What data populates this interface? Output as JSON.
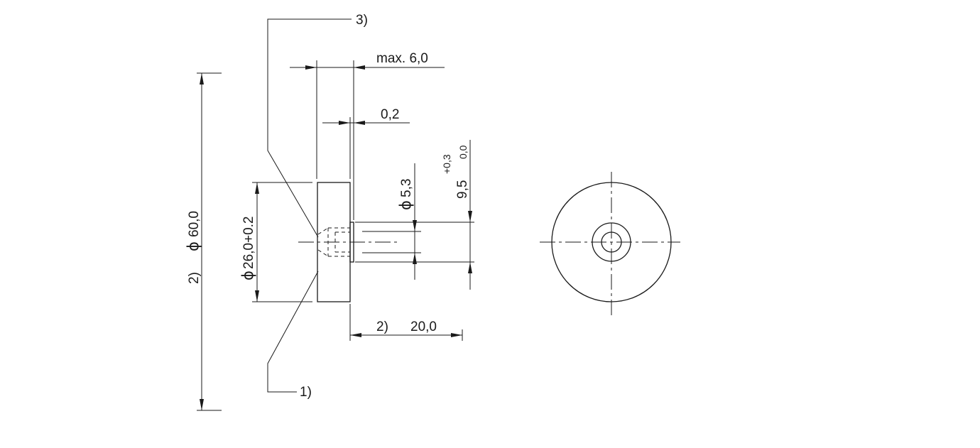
{
  "labels": {
    "note3": "3)",
    "note1": "1)",
    "max_thickness": "max. 6,0",
    "gap": "0,2",
    "length_prefix": "2)",
    "length": "20,0",
    "outer_prefix": "2)",
    "outer_symbol": "ϕ",
    "outer_diameter": "60,0",
    "body_symbol": "ϕ",
    "body_diameter": "26,0+0.2",
    "hole_symbol": "ϕ",
    "hole_diameter": "5,3",
    "bore_value": "9,5",
    "tol_upper": "+0,3",
    "tol_lower": "0,0"
  }
}
